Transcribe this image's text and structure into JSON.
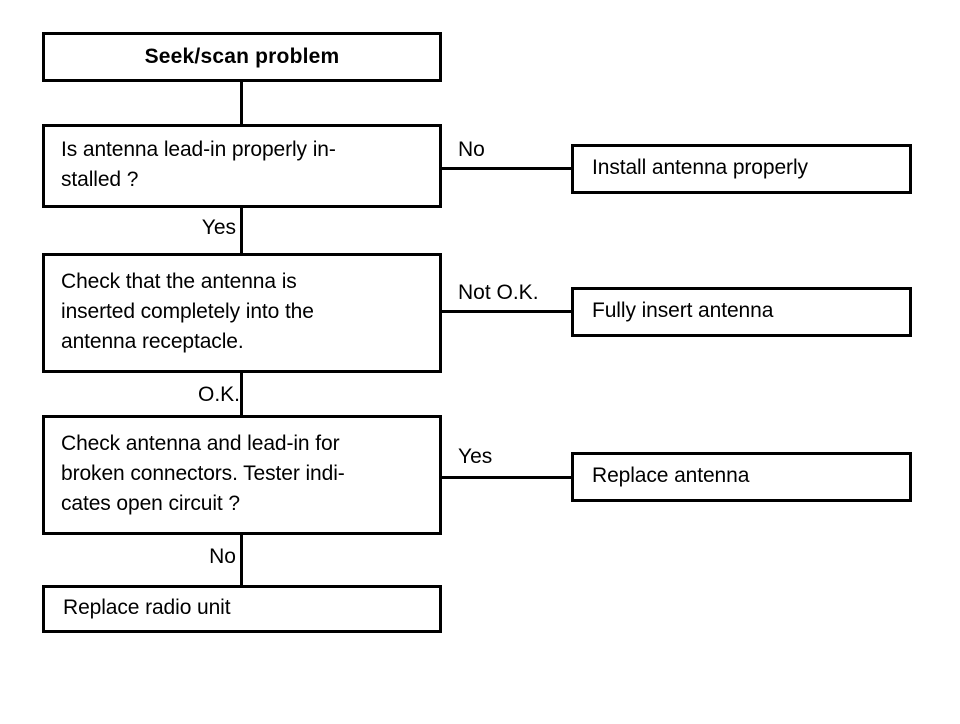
{
  "diagram": {
    "title": "Seek/scan problem",
    "type": "troubleshooting-flowchart",
    "nodes": {
      "start": {
        "id": "seek-scan-problem",
        "label": "Seek/scan problem",
        "kind": "title"
      },
      "decision1": {
        "id": "antenna-lead-in-check",
        "label": "Is antenna lead-in properly in-\nstalled ?",
        "kind": "decision"
      },
      "action1": {
        "id": "install-antenna-properly",
        "label": "Install antenna properly",
        "kind": "action"
      },
      "decision2": {
        "id": "antenna-inserted-check",
        "label": "Check that the antenna is\ninserted completely into the\nantenna receptacle.",
        "kind": "decision"
      },
      "action2": {
        "id": "fully-insert-antenna",
        "label": "Fully insert antenna",
        "kind": "action"
      },
      "decision3": {
        "id": "broken-connectors-check",
        "label": "Check antenna and lead-in for\nbroken connectors. Tester indi-\ncates open circuit ?",
        "kind": "decision"
      },
      "action3": {
        "id": "replace-antenna",
        "label": "Replace antenna",
        "kind": "action"
      },
      "end": {
        "id": "replace-radio-unit",
        "label": "Replace radio unit",
        "kind": "action"
      }
    },
    "edge_labels": {
      "decision1_no": "No",
      "decision1_yes": "Yes",
      "decision2_not_ok": "Not O.K.",
      "decision2_ok": "O.K.",
      "decision3_yes": "Yes",
      "decision3_no": "No"
    },
    "colors": {
      "background": "#ffffff",
      "stroke": "#000000",
      "text": "#000000"
    }
  }
}
